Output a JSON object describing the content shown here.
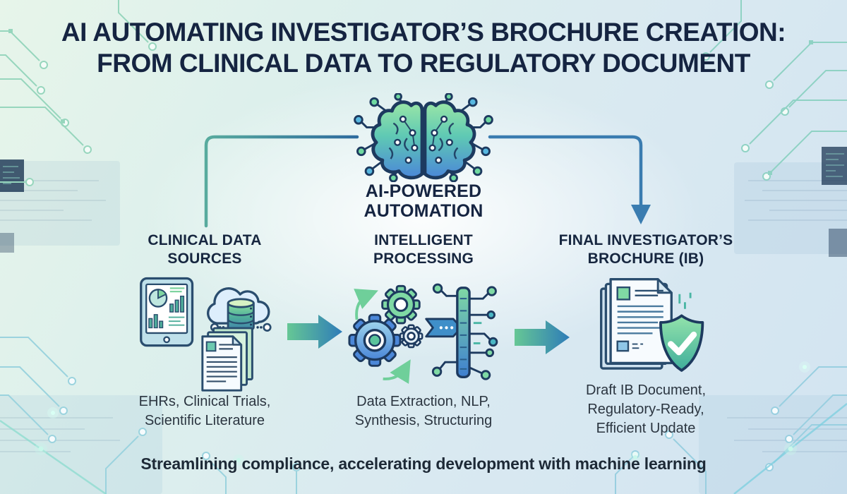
{
  "title": "AI AUTOMATING INVESTIGATOR’S BROCHURE CREATION:\nFROM CLINICAL DATA TO REGULATORY DOCUMENT",
  "center": {
    "icon": "ai-brain-circuit-icon",
    "label": "AI-POWERED\nAUTOMATION"
  },
  "columns": [
    {
      "id": "clinical-data-sources",
      "heading": "CLINICAL DATA\nSOURCES",
      "description": "EHRs, Clinical Trials,\nScientific Literature",
      "icons": [
        "tablet-analytics-icon",
        "cloud-database-icon",
        "documents-stack-icon"
      ]
    },
    {
      "id": "intelligent-processing",
      "heading": "INTELLIGENT\nPROCESSING",
      "description": "Data Extraction, NLP,\nSynthesis, Structuring",
      "icons": [
        "gears-icon",
        "data-pipeline-icon"
      ]
    },
    {
      "id": "final-ib",
      "heading": "FINAL INVESTIGATOR’S\nBROCHURE (IB)",
      "description": "Draft IB Document,\nRegulatory-Ready,\nEfficient Update",
      "icons": [
        "ib-document-shield-icon"
      ]
    }
  ],
  "flow": {
    "arrow_icon": "flow-arrow-icon",
    "connector_left": "elbow-connector-left",
    "connector_right": "elbow-arrow-connector-right"
  },
  "tagline": "Streamlining compliance, accelerating development with machine learning",
  "colors": {
    "title_text": "#152441",
    "body_text": "#2b3540",
    "arrow_gradient_start": "#66c795",
    "arrow_gradient_end": "#2e7cb8",
    "connector_teal": "#4f9d97",
    "connector_blue": "#3a7cb0",
    "brain_green": "#9ae6a6",
    "brain_blue": "#4b87d8",
    "circuit_green": "#97d6bd",
    "circuit_blue": "#9bd3de",
    "shield_green": "#56c39c",
    "navy_outline": "#1d3a5f"
  }
}
